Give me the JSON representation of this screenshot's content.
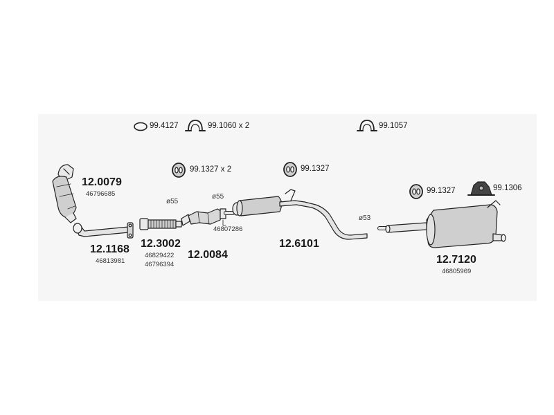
{
  "accessories": {
    "ring": "99.4127",
    "clamp_pair": "99.1060 x 2",
    "clamp_rear": "99.1057",
    "hanger_front": "99.1327 x 2",
    "hanger_mid": "99.1327",
    "hanger_rear": "99.1327",
    "mount_rear": "99.1306"
  },
  "parts": {
    "cat_converter": {
      "code": "12.0079",
      "oem": "46796685"
    },
    "front_pipe": {
      "code": "12.1168",
      "oem": "46813981"
    },
    "flex_pipe": {
      "code": "12.3002",
      "oem": [
        "46829422",
        "46796394"
      ]
    },
    "adapter": {
      "code": "12.0084"
    },
    "adapter_oem": "46807286",
    "middle_silencer": {
      "code": "12.6101"
    },
    "rear_silencer": {
      "code": "12.7120",
      "oem": "46805969"
    }
  },
  "diameters": {
    "flex": "ø55",
    "adapter": "ø55",
    "mid": "ø53"
  },
  "colors": {
    "line": "#222222",
    "fill": "#dedede",
    "panel": "#f6f6f6"
  }
}
